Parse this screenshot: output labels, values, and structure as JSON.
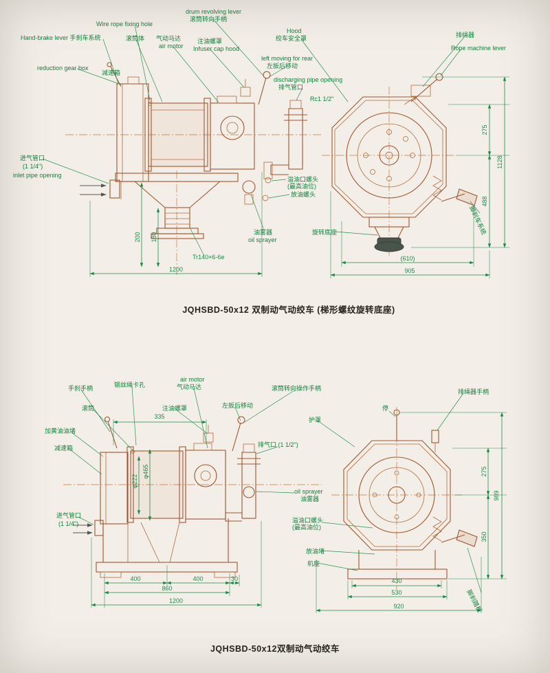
{
  "colors": {
    "label_green": "#12813e",
    "dim_green": "#1d8a49",
    "line_orange": "#a2552b",
    "paper": "#f3efe8"
  },
  "top": {
    "caption": "JQHSBD-50x12 双制动气动绞车 (梯形螺纹旋转底座)",
    "labels": {
      "drum_revolving_lever_en": "drum revolving lever",
      "drum_revolving_lever_zh": "滚筒转向手柄",
      "wire_rope_fixing_hole": "Wire rope fixing hole",
      "hand_brake": "Hand-brake lever 手刹车系统",
      "drum_body": "滚筒体",
      "air_motor_zh": "气动马达",
      "air_motor_en": "air motor",
      "infuser_zh": "注油螺罩",
      "infuser_en": "Infuser cap hood",
      "hood_en": "Hood",
      "hood_zh": "绞车安全罩",
      "left_move_en": "left moving for rear",
      "left_move_zh": "左扳后移动",
      "discharge_en": "discharging pipe opening",
      "discharge_zh": "排气管口",
      "discharge_size": "Rc1 1/2\"",
      "rope_arranger": "排绳器",
      "rope_machine_lever": "Rope machine lever",
      "reduction_en": "reduction gear box",
      "reduction_zh": "减速箱",
      "inlet_zh": "进气管口",
      "inlet_size": "(1 1/4\")",
      "inlet_en": "inlet pipe opening",
      "overflow": "溢油口螺头",
      "overflow_note": "(最高油位)",
      "drain": "放油螺头",
      "oil_zh": "油雾器",
      "oil_en": "oil sprayer",
      "swivel_base": "旋转底座",
      "foot_brake": "脚刹车系统"
    },
    "dims": {
      "h200": "200",
      "h180": "180",
      "thread": "Tr140×6-6e",
      "w1200": "1200",
      "v275": "275",
      "v1128": "1128",
      "v488": "488",
      "w610": "(610)",
      "w905": "905"
    }
  },
  "bottom": {
    "caption": "JQHSBD-50x12双制动气动绞车",
    "labels": {
      "hand_lever": "手刹手柄",
      "wire_hole": "钢丝绳卡孔",
      "air_motor_en": "air motor",
      "air_motor_zh": "气动马达",
      "drum": "滚筒",
      "infuser": "注油螺罩",
      "left_move": "左扳后移动",
      "drum_op_lever": "滚筒转向操作手柄",
      "rope_handle": "排绳器手柄",
      "stop": "停",
      "guard": "护罩",
      "grease_plug": "加黄油油堵",
      "reduction": "减速箱",
      "exhaust": "排气口 (1 1/2\")",
      "oil_en": "oil sprayer",
      "oil_zh": "油雾器",
      "overflow": "溢油口螺头",
      "overflow_note": "(最高油位)",
      "drain": "放油堵",
      "base": "机座",
      "inlet_zh": "进气管口",
      "inlet_size": "(1 1/4\")",
      "foot_pedal": "脚刹踏板"
    },
    "dims": {
      "w335": "335",
      "phi222": "φ222",
      "phi465": "φ465",
      "w400a": "400",
      "w400b": "400",
      "w30": "30",
      "w860": "860",
      "w1200": "1200",
      "v275": "275",
      "v989": "989",
      "v350": "350",
      "w430": "430",
      "w530": "530",
      "w920": "920"
    }
  }
}
